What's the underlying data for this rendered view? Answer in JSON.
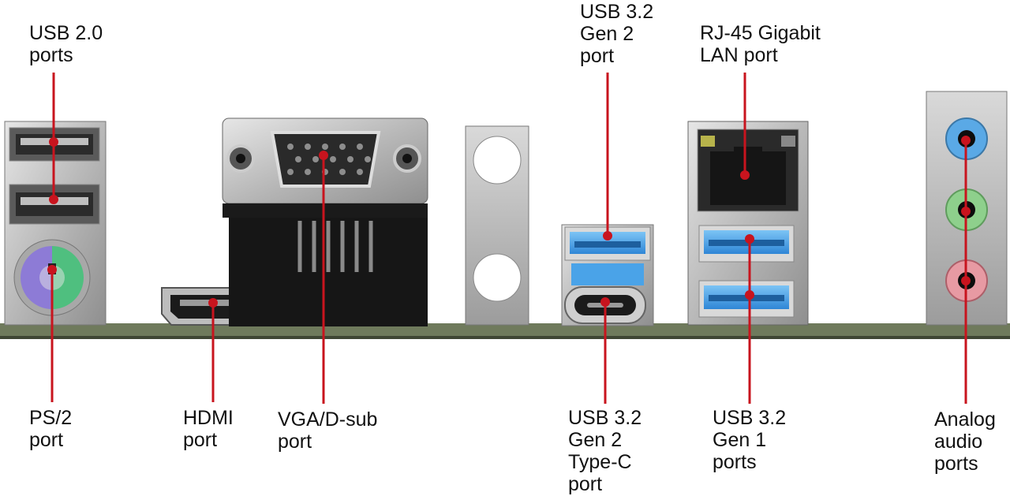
{
  "labels": {
    "usb20": "USB 2.0\nports",
    "usb32_gen2": "USB 3.2\nGen 2\nport",
    "rj45": "RJ-45 Gigabit\nLAN port",
    "ps2": "PS/2\nport",
    "hdmi": "HDMI\nport",
    "vga": "VGA/D-sub\nport",
    "usb32_gen2_typec": "USB 3.2\nGen 2\nType-C\nport",
    "usb32_gen1": "USB 3.2\nGen 1\nports",
    "audio": "Analog\naudio\nports"
  },
  "colors": {
    "leader_line": "#c8141e",
    "pcb": "#6f7a5c",
    "usb3_blue": "#3a9ee6",
    "audio_blue": "#5aa9e6",
    "audio_green": "#8ed08c",
    "audio_pink": "#e79aa3",
    "ps2_purple": "#8d7bd6",
    "ps2_green": "#4fbf7f"
  }
}
